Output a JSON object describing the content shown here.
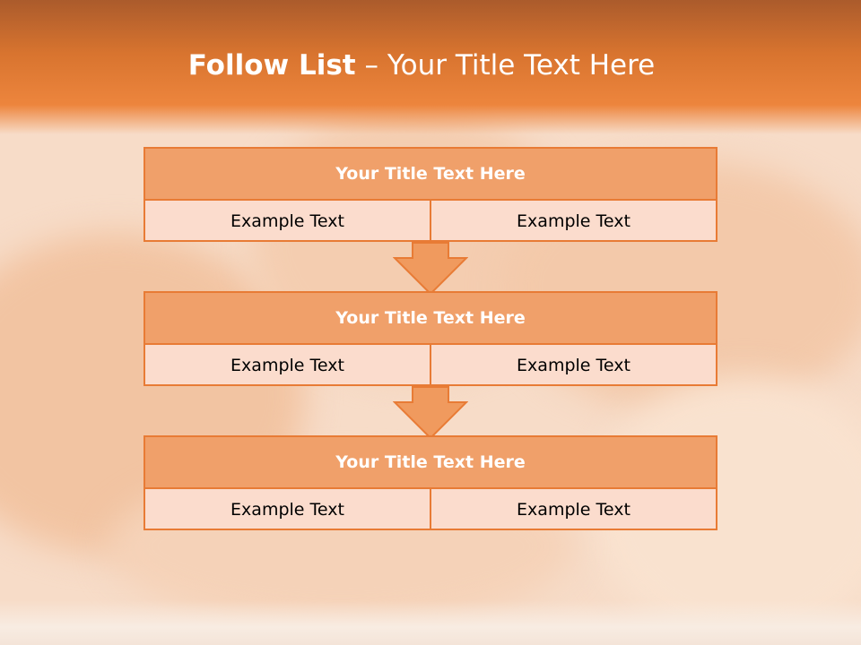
{
  "slide": {
    "title_bold": "Follow List",
    "title_rest": "– Your Title Text Here",
    "accent_color": "#e87b35",
    "header_color": "#e07a36"
  },
  "steps": [
    {
      "title": "Your Title Text Here",
      "left": "Example Text",
      "right": "Example Text"
    },
    {
      "title": "Your Title Text Here",
      "left": "Example Text",
      "right": "Example Text"
    },
    {
      "title": "Your Title Text Here",
      "left": "Example Text",
      "right": "Example Text"
    }
  ],
  "connectors": [
    "down-arrow-icon",
    "down-arrow-icon"
  ]
}
